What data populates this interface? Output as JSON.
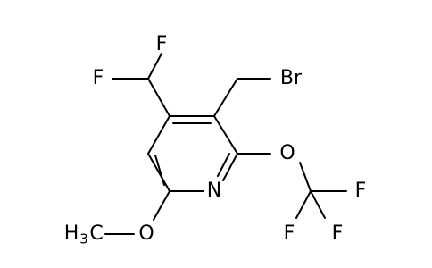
{
  "molecule": {
    "atoms": {
      "f_top": "F",
      "f_left": "F",
      "br": "Br",
      "o_ether": "O",
      "n_ring": "N",
      "f_cf3_right": "F",
      "f_cf3_bottom_left": "F",
      "f_cf3_bottom_right": "F",
      "o_methoxy": "O",
      "methyl_h": "H",
      "methyl_sub": "3",
      "methyl_c": "C"
    }
  }
}
